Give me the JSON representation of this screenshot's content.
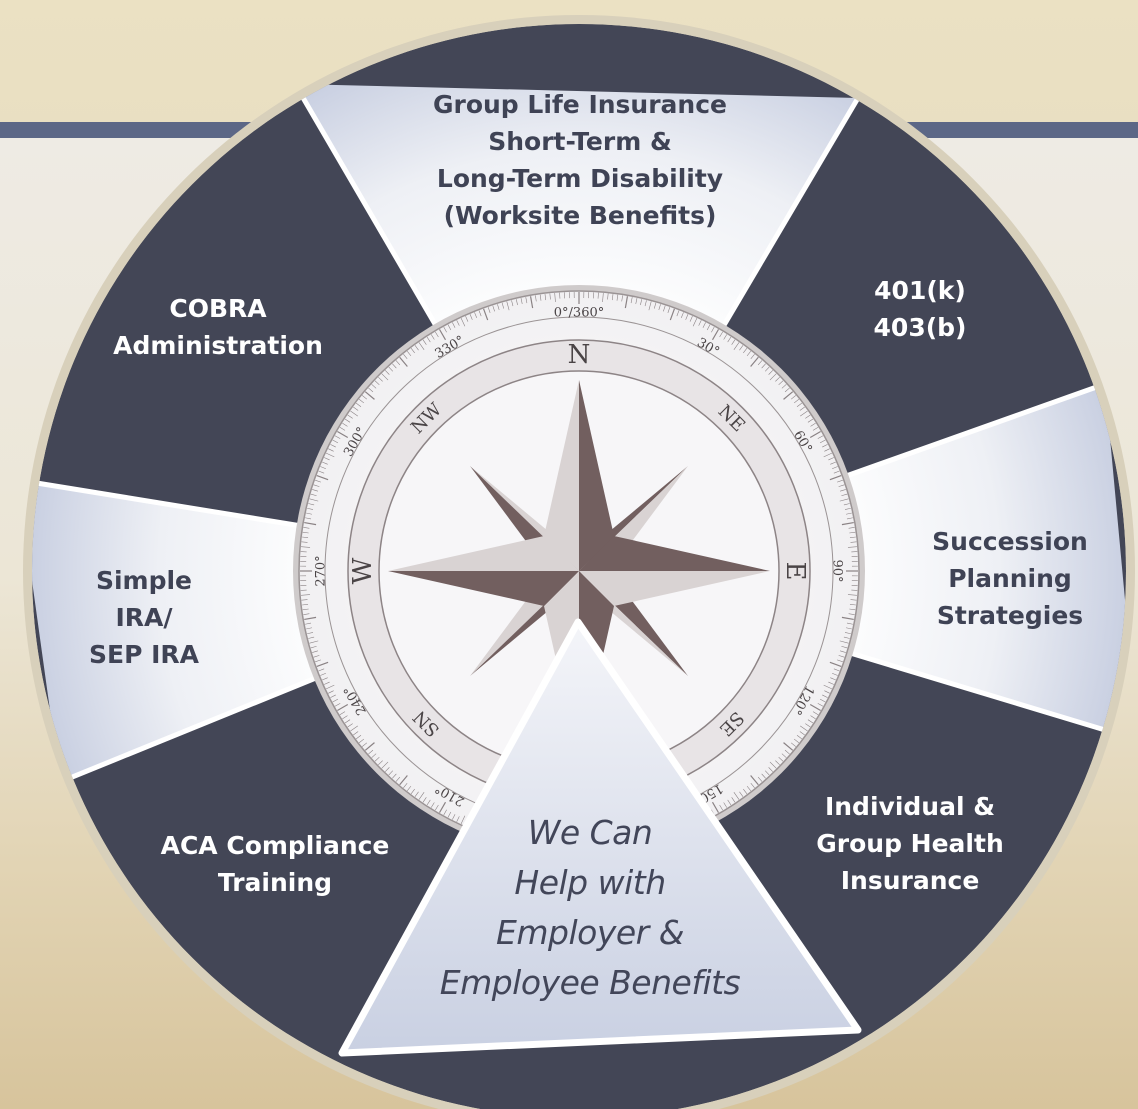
{
  "segments": {
    "top": [
      "Group Life Insurance",
      "Short-Term &",
      "Long-Term Disability",
      "(Worksite Benefits)"
    ],
    "top_right": [
      "401(k)",
      "403(b)"
    ],
    "right": [
      "Succession",
      "Planning",
      "Strategies"
    ],
    "bottom_right": [
      "Individual &",
      "Group Health",
      "Insurance"
    ],
    "bottom_left": [
      "ACA Compliance",
      "Training"
    ],
    "left": [
      "Simple",
      "IRA/",
      "SEP IRA"
    ],
    "top_left": [
      "COBRA",
      "Administration"
    ]
  },
  "center_message": [
    "We Can",
    "Help with",
    "Employer &",
    "Employee Benefits"
  ],
  "compass": {
    "cardinals": [
      "N",
      "NE",
      "E",
      "SE",
      "SN",
      "W",
      "NW"
    ],
    "degree_labels": [
      "0°/360°",
      "30°",
      "60°",
      "90°",
      "120°",
      "150°",
      "210°",
      "240°",
      "270°",
      "300°",
      "330°"
    ]
  },
  "colors": {
    "dark_segment": "#434656",
    "light_segment": "#dde1ec",
    "rim": "#d9d1bc",
    "star_dark": "#725f5f",
    "star_light": "#d9d3d3"
  }
}
